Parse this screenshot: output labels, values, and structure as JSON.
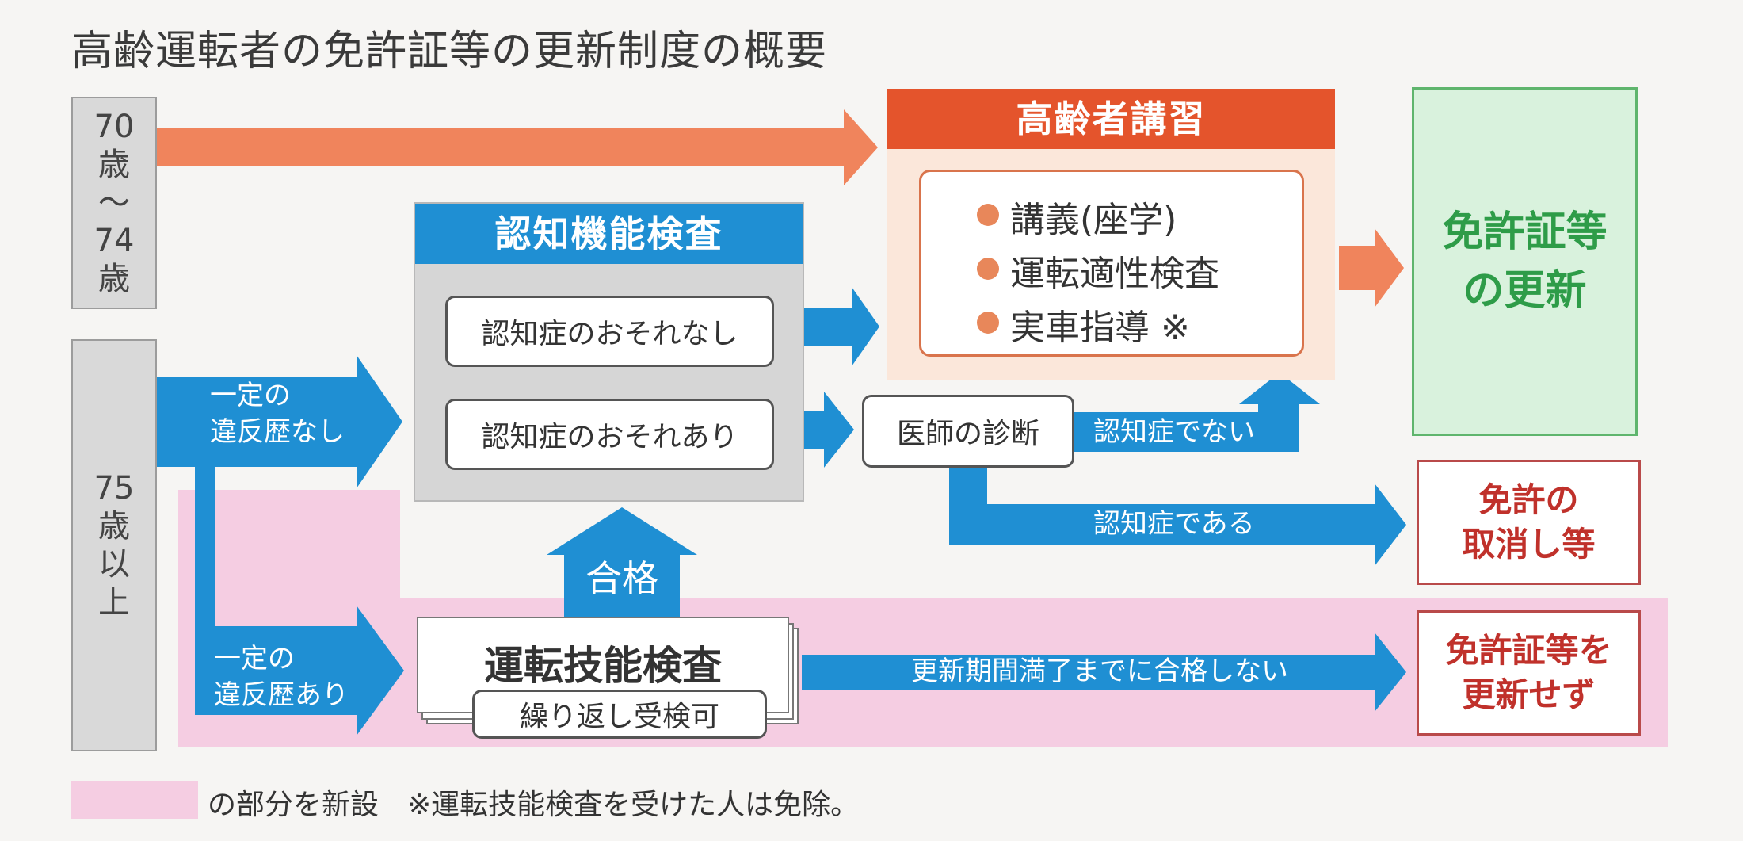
{
  "title": "高齢運転者の免許証等の更新制度の概要",
  "age_groups": [
    {
      "label": "70\n歳\n～\n74\n歳"
    },
    {
      "label": "75\n歳\n以\n上"
    }
  ],
  "lecture": {
    "header": "高齢者講習",
    "items": [
      "講義(座学)",
      "運転適性検査",
      "実車指導 ※"
    ]
  },
  "cognitive": {
    "header": "認知機能検査",
    "no_risk": "認知症のおそれなし",
    "risk": "認知症のおそれあり"
  },
  "diagnosis": "医師の診断",
  "outcomes": {
    "renewal": "免許証等\nの更新",
    "revocation": "免許の\n取消し等",
    "not_renewed": "免許証等を\n更新せず"
  },
  "arrow_labels": {
    "no_violation": "一定の\n違反歴なし",
    "violation": "一定の\n違反歴あり",
    "not_dementia": "認知症でない",
    "dementia": "認知症である",
    "pass": "合格",
    "fail": "更新期間満了までに合格しない"
  },
  "driving_test": {
    "title": "運転技能検査",
    "retake": "繰り返し受検可"
  },
  "legend": {
    "text": "の部分を新設　※運転技能検査を受けた人は免除。"
  },
  "colors": {
    "blue": "#1f8fd3",
    "orange": "#e4542c",
    "green": "#2e9c48",
    "red": "#c0312b",
    "pink": "#f5cde2"
  }
}
